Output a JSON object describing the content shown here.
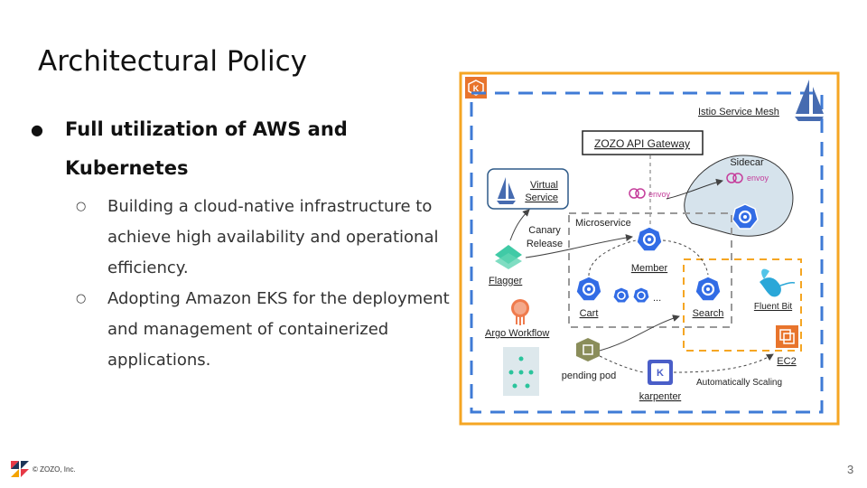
{
  "title": "Architectural Policy",
  "bullets": [
    {
      "text_line1": "Full utilization of AWS and",
      "text_line2": "Kubernetes",
      "sub": [
        {
          "lines": [
            "Building a cloud-native infrastructure to",
            "achieve high availability and operational",
            "efficiency."
          ]
        },
        {
          "lines": [
            "Adopting Amazon EKS for the deployment",
            "and management of containerized",
            "applications."
          ]
        }
      ]
    }
  ],
  "diagram": {
    "istio_label": "Istio Service Mesh",
    "api_gateway": "ZOZO API Gateway",
    "sidecar": "Sidecar",
    "envoy": "envoy",
    "virtual_service_line1": "Virtual",
    "virtual_service_line2": "Service",
    "microservice": "Microservice",
    "canary_line1": "Canary",
    "canary_line2": "Release",
    "flagger": "Flagger",
    "member": "Member",
    "cart": "Cart",
    "ellipsis": "...",
    "search": "Search",
    "fluent_bit": "Fluent Bit",
    "argo_workflow": "Argo Workflow",
    "pending_pod": "pending pod",
    "karpenter": "karpenter",
    "automatically_scaling": "Automatically Scaling",
    "ec2": "EC2",
    "k_letter": "K",
    "colors": {
      "orange": "#f5a623",
      "blue": "#3f7bd6",
      "k8s": "#326ce5",
      "envoy": "#c53d9b",
      "teal": "#2bc49c"
    }
  },
  "footer": {
    "copyright": "© ZOZO, Inc.",
    "page_number": "3"
  }
}
